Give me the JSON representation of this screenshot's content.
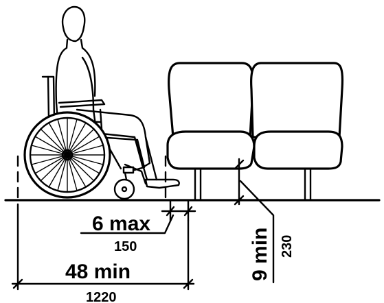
{
  "dimensions": {
    "clearance_max": {
      "value": "6 max",
      "metric": "150"
    },
    "depth_min": {
      "value": "48 min",
      "metric": "1220"
    },
    "height_min": {
      "value": "9 min",
      "metric": "230"
    }
  }
}
